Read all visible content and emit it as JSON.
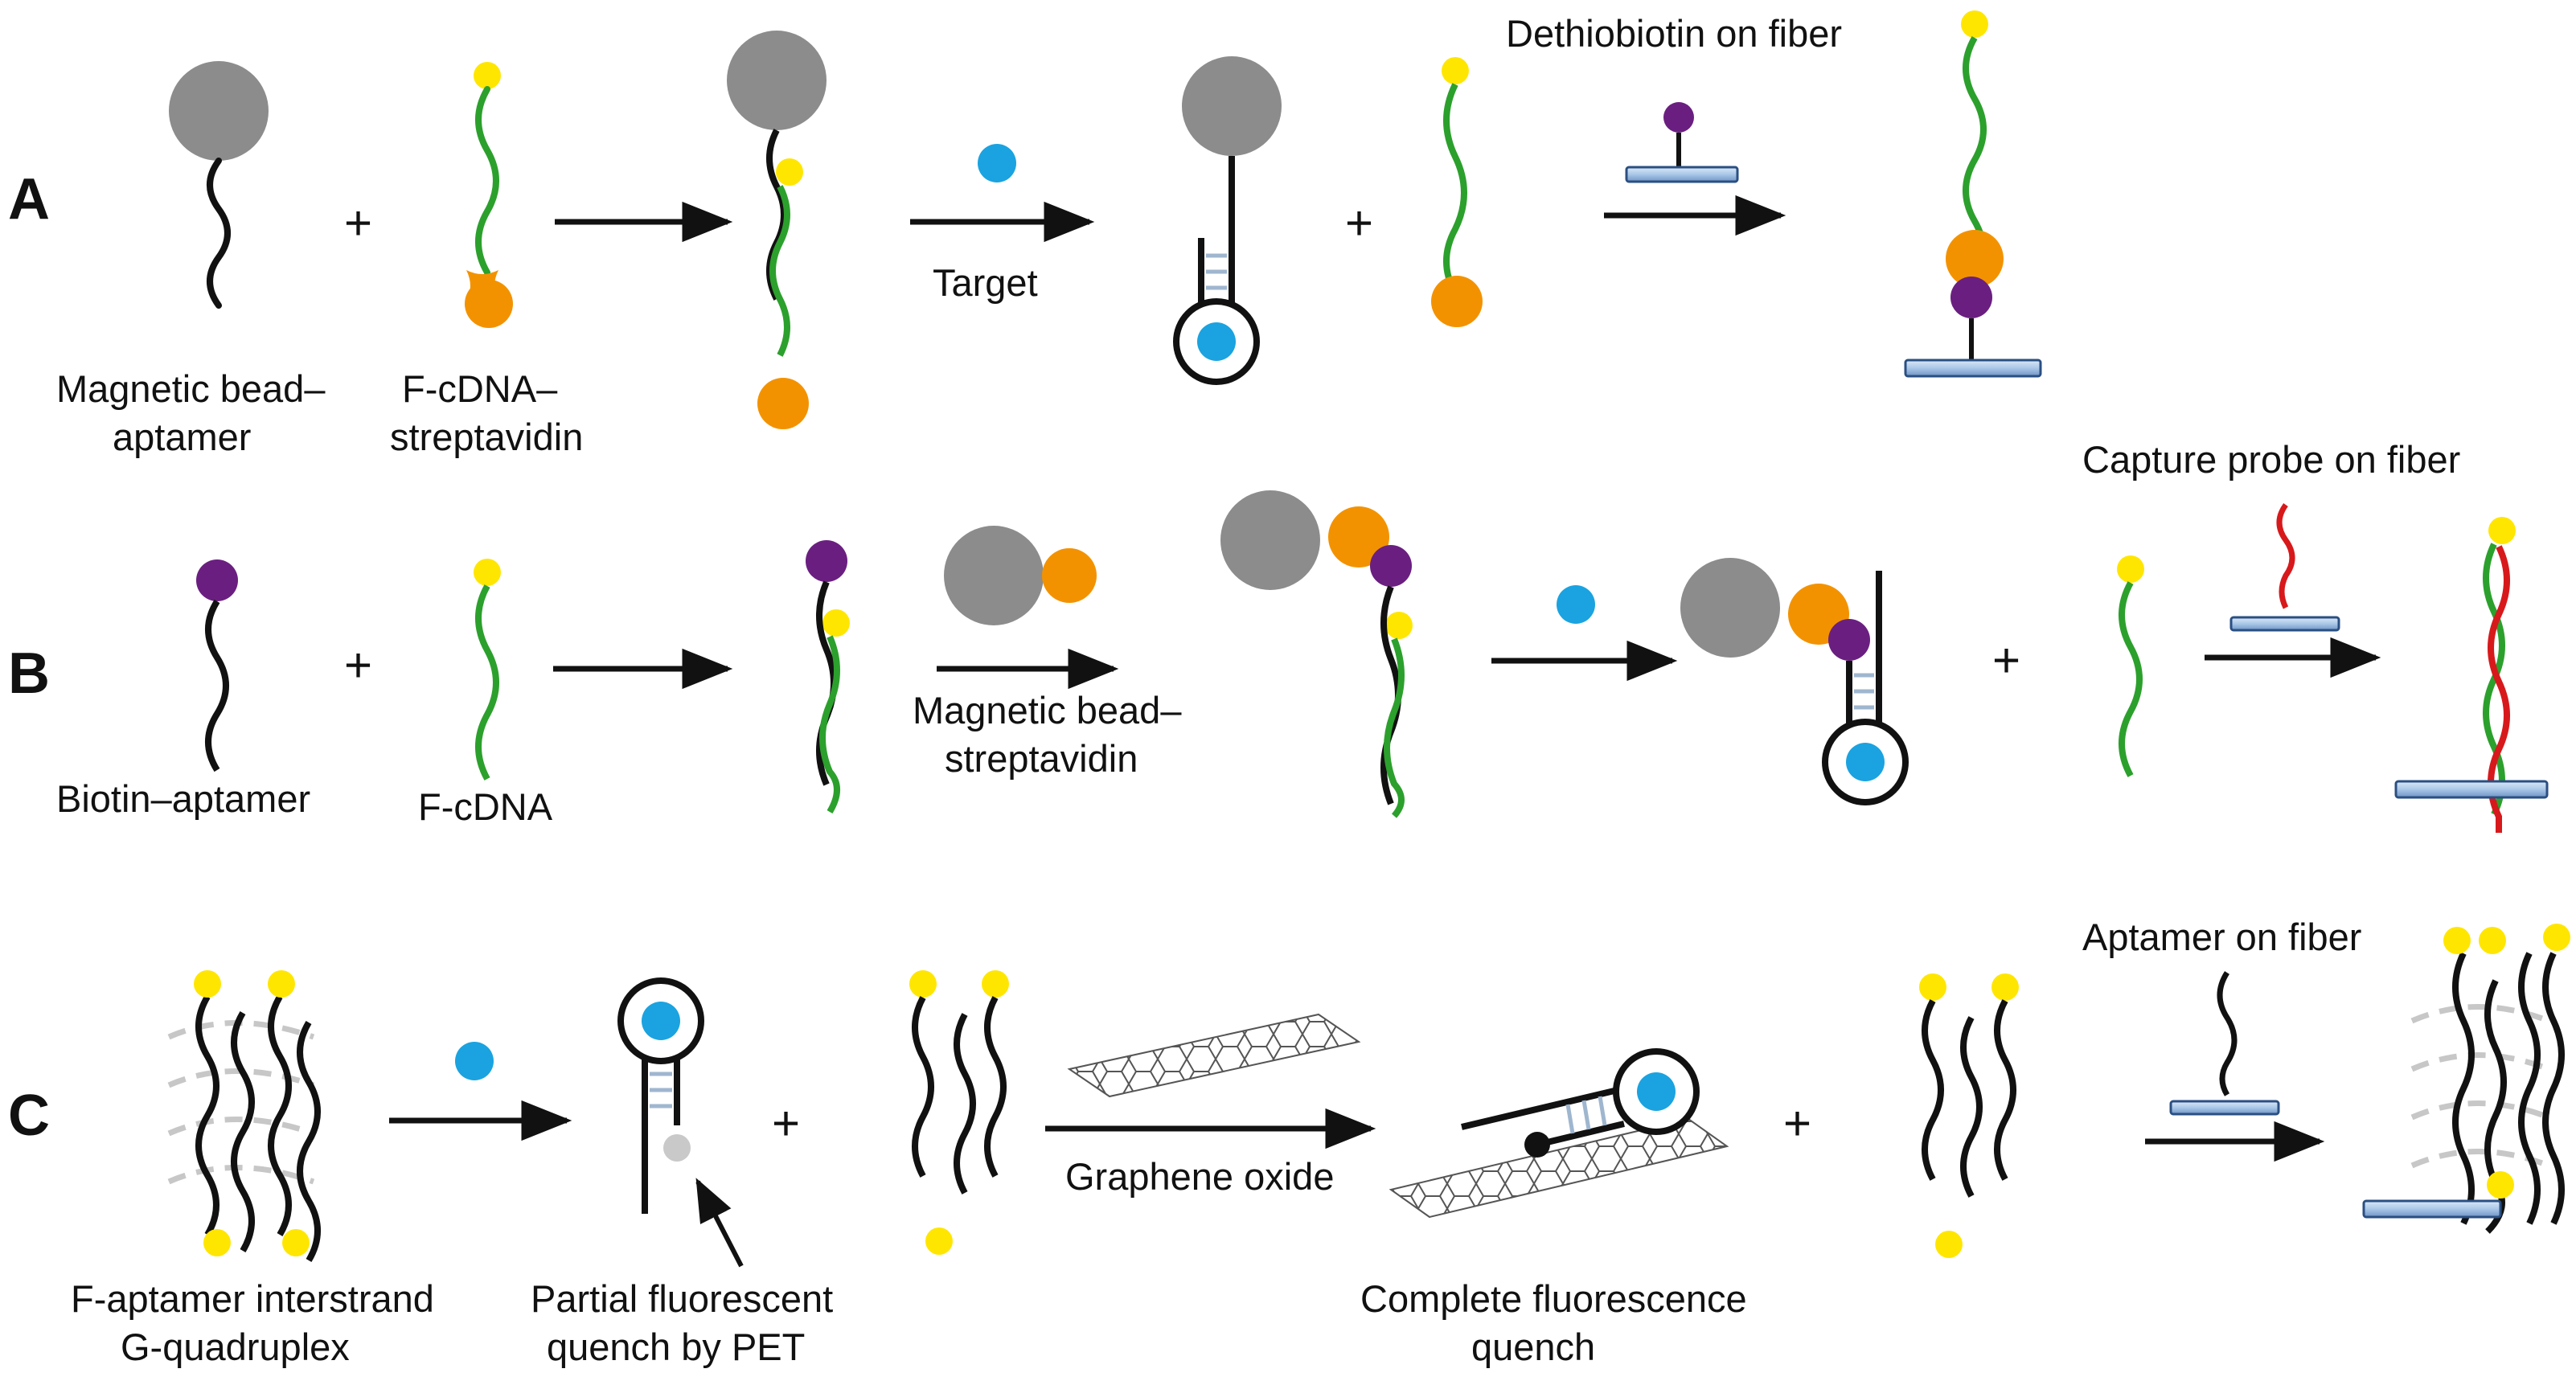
{
  "rows": {
    "a": {
      "letter": "A",
      "label_bead_1": "Magnetic bead–",
      "label_bead_2": "aptamer",
      "label_cdna_1": "F-cDNA–",
      "label_cdna_2": "streptavidin",
      "label_target": "Target",
      "label_fiber": "Dethiobiotin on fiber"
    },
    "b": {
      "letter": "B",
      "label_biotin": "Biotin–aptamer",
      "label_fcdna": "F-cDNA",
      "label_bead_1": "Magnetic bead–",
      "label_bead_2": "streptavidin",
      "label_fiber": "Capture probe on fiber"
    },
    "c": {
      "letter": "C",
      "label_quad_1": "F-aptamer interstrand",
      "label_quad_2": "G-quadruplex",
      "label_pet_1": "Partial fluorescent",
      "label_pet_2": "quench by PET",
      "label_go": "Graphene oxide",
      "label_quench_1": "Complete fluorescence",
      "label_quench_2": "quench",
      "label_fiber": "Aptamer on fiber"
    }
  },
  "plus_sign": "+",
  "colors": {
    "bead": "#8c8c8c",
    "fluorophore": "#ffe600",
    "streptavidin": "#f39200",
    "target": "#1aa3e0",
    "biotin": "#6a1f80",
    "cdna": "#2ca02c",
    "capture_probe": "#d7191c",
    "strand": "#111111",
    "fiber": "#a9c7e8"
  }
}
